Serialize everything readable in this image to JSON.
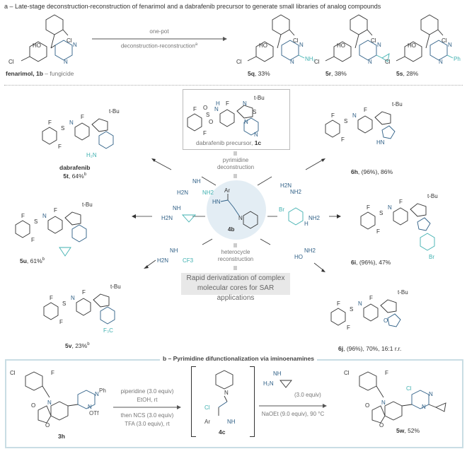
{
  "panel_a": {
    "title": "a – Late-stage deconstruction-reconstruction of fenarimol and a dabrafenib precursor to generate small libraries of analog compounds",
    "fenarimol": {
      "name": "fenarimol",
      "id": "1b",
      "suffix": " – fungicide"
    },
    "arrow_top": "one-pot",
    "arrow_bottom": "deconstruction-reconstruction",
    "arrow_sup": "a",
    "products_top": [
      {
        "id": "5q",
        "yield": ", 33%",
        "substituent": "NH2"
      },
      {
        "id": "5r",
        "yield": ", 38%",
        "substituent": "cyclopropyl"
      },
      {
        "id": "5s",
        "yield": ", 28%",
        "substituent": "Ph"
      }
    ],
    "precursor": {
      "name": "dabrafenib precursor, ",
      "id": "1c"
    },
    "deconstruction_label": [
      "pyrimidine",
      "deconstruction"
    ],
    "reconstruction_label": [
      "heterocycle",
      "reconstruction"
    ],
    "intermediate": {
      "id": "4b",
      "ar": "Ar",
      "hn": "HN",
      "n": "N"
    },
    "sar_box": [
      "Rapid derivatization of complex",
      "molecular cores for SAR applications"
    ],
    "reagents": {
      "guanidine": {
        "nh": "NH",
        "left": "H2N",
        "right": "NH2"
      },
      "cyclopropyl_amidine": {
        "nh": "NH",
        "left": "H2N"
      },
      "cf3_amidine": {
        "nh": "NH",
        "left": "H2N",
        "right": "CF3"
      },
      "hydrazine": {
        "left": "H2N",
        "right": "NH2"
      },
      "pyrimidinyl_hydrazine": {
        "br": "Br",
        "nh2": "NH2",
        "h": "H"
      },
      "hydroxylamine": {
        "left": "HO",
        "right": "NH2"
      }
    },
    "products_ring": [
      {
        "key": "5t",
        "name": "dabrafenib",
        "id": "5t",
        "yield": ", 64%",
        "sup": "b"
      },
      {
        "key": "5u",
        "id": "5u",
        "yield": ", 61%",
        "sup": "b"
      },
      {
        "key": "5v",
        "id": "5v",
        "yield": ", 23%",
        "sup": "b"
      },
      {
        "key": "6h",
        "id": "6h",
        "yield": ", (96%), 86%"
      },
      {
        "key": "6i",
        "id": "6i",
        "yield": ", (96%), 47%"
      },
      {
        "key": "6j",
        "id": "6j",
        "yield": ", (96%), 70%, 16:1 r.r."
      }
    ]
  },
  "panel_b": {
    "title": "b – Pyrimidine difunctionalization via iminoenamines",
    "start": {
      "id": "3h",
      "ph": "Ph",
      "otf": "OTf"
    },
    "step1": {
      "above": [
        "piperidine (3.0 equiv)",
        "EtOH, rt"
      ],
      "below": [
        "then NCS (3.0 equiv)",
        "TFA (3.0 equiv), rt"
      ]
    },
    "intermediate": {
      "id": "4c",
      "cl": "Cl",
      "ar": "Ar",
      "nh": "NH"
    },
    "step2": {
      "equiv": "(3.0 equiv)",
      "below": "NaOEt (9.0 equiv), 90 °C"
    },
    "product": {
      "id": "5w",
      "yield": ", 52%"
    }
  },
  "colors": {
    "nitrogen_blue": "#2e5f86",
    "teal": "#3fb0b0",
    "panel_border": "#c9dde4",
    "circle_fill": "#e3edf4"
  }
}
